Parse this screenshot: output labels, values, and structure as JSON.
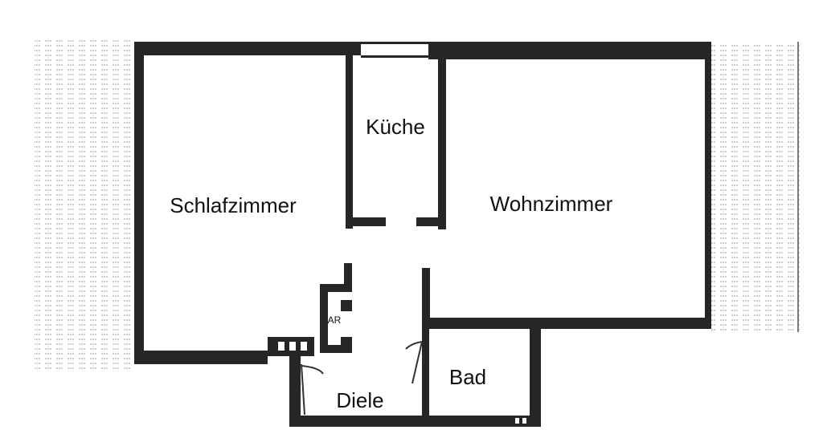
{
  "floorplan": {
    "rooms": {
      "schlafzimmer": "Schlafzimmer",
      "kueche": "Küche",
      "wohnzimmer": "Wohnzimmer",
      "abstellraum": "AR",
      "bad": "Bad",
      "diele": "Diele"
    },
    "colors": {
      "wall": "#262626",
      "terrace_hatch": "#9a9a9a",
      "background": "#ffffff"
    }
  }
}
